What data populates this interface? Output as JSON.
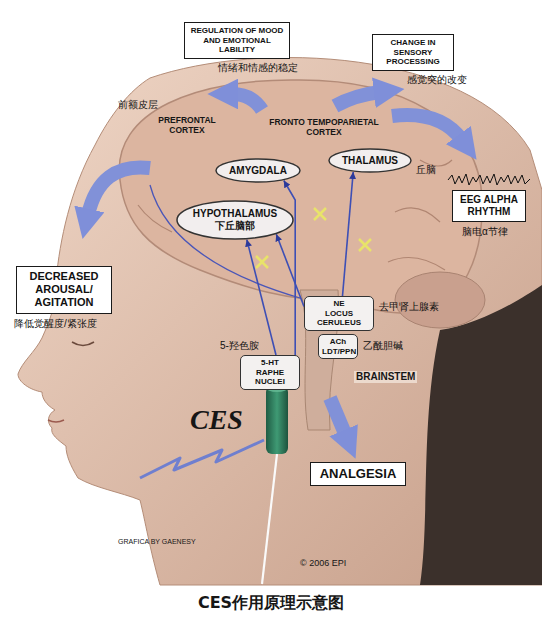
{
  "diagram": {
    "caption": "CES作用原理示意图",
    "nodes": [
      {
        "text": [
          "REGULATION OF MOOD AND EMOTIONAL LABILITY",
          "情绪和情感的稳定"
        ]
      },
      {
        "text": [
          "CHANGE IN SENSORY PROCESSING",
          "感觉突的改变"
        ]
      },
      {
        "text": [
          "EEG ALPHA RHYTHM",
          "脑电α节律"
        ]
      },
      {
        "text": [
          "DECREASED AROUSAL/ AGITATION",
          "降低觉醒度/紧张度"
        ]
      },
      {
        "text": [
          "AMYGDALA"
        ]
      },
      {
        "text": [
          "THALAMUS",
          "丘脑"
        ]
      },
      {
        "text": [
          "HYPOTHALAMUS",
          "下丘脑部"
        ]
      },
      {
        "text": [
          "NE",
          "LOCUS CERULEUS",
          "去甲肾上腺素"
        ]
      },
      {
        "text": [
          "ACh",
          "LDT/PPN",
          "乙酰胆碱"
        ]
      },
      {
        "text": [
          "5-羟色胺",
          "5-HT",
          "RAPHE NUCLEI"
        ]
      },
      {
        "text": [
          "ANALGESIA"
        ]
      }
    ],
    "edges": [
      {
        "from": 9,
        "to": 6,
        "arrow": "to"
      },
      {
        "from": 9,
        "to": 4,
        "arrow": "to"
      },
      {
        "from": 7,
        "to": 5,
        "arrow": "to"
      },
      {
        "from": 7,
        "to": 6,
        "arrow": "to"
      }
    ],
    "labels": [
      "前额皮层",
      "PREFRONTAL CORTEX",
      "FRONTO TEMPOPARIETAL CORTEX",
      "BRAINSTEM",
      "CES",
      "GRAFICA BY GAENESY",
      "© 2006 EPI"
    ]
  }
}
